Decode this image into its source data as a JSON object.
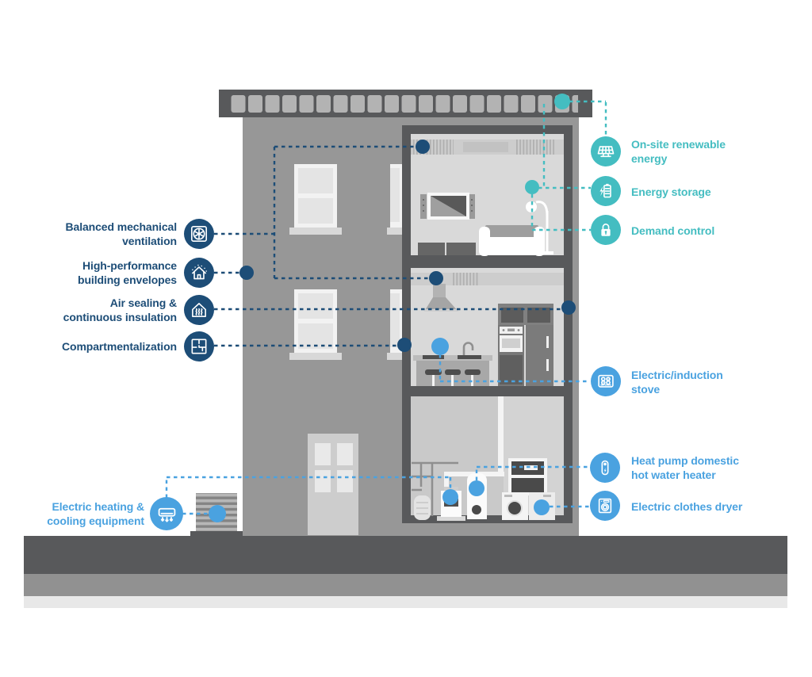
{
  "colors": {
    "navy": "#1d4d77",
    "teal": "#44bdc1",
    "blue": "#4aa2e0",
    "wall_gray": "#979797",
    "frame_gray": "#58595b",
    "interior_gray": "#d9d9d9",
    "ground_dark": "#58595b",
    "ground_mid": "#919191",
    "ground_light": "#e8e8e8"
  },
  "labels": {
    "balanced_ventilation": "Balanced mechanical\nventilation",
    "building_envelopes": "High-performance\nbuilding envelopes",
    "air_sealing": "Air sealing &\ncontinuous insulation",
    "compartmentalization": "Compartmentalization",
    "electric_hvac": "Electric heating &\ncooling equipment",
    "renewable": "On-site renewable\nenergy",
    "energy_storage": "Energy storage",
    "demand_control": "Demand control",
    "stove": "Electric/induction\nstove",
    "water_heater": "Heat pump domestic\nhot water heater",
    "dryer": "Electric clothes dryer"
  },
  "icons": {
    "balanced_ventilation": "ventilation-fan-icon",
    "building_envelopes": "house-envelope-icon",
    "air_sealing": "house-insulation-icon",
    "compartmentalization": "floor-plan-icon",
    "electric_hvac": "mini-split-ac-icon",
    "renewable": "solar-panel-icon",
    "energy_storage": "battery-charge-icon",
    "demand_control": "padlock-icon",
    "stove": "induction-cooktop-icon",
    "water_heater": "water-heater-tank-icon",
    "dryer": "clothes-dryer-icon"
  }
}
